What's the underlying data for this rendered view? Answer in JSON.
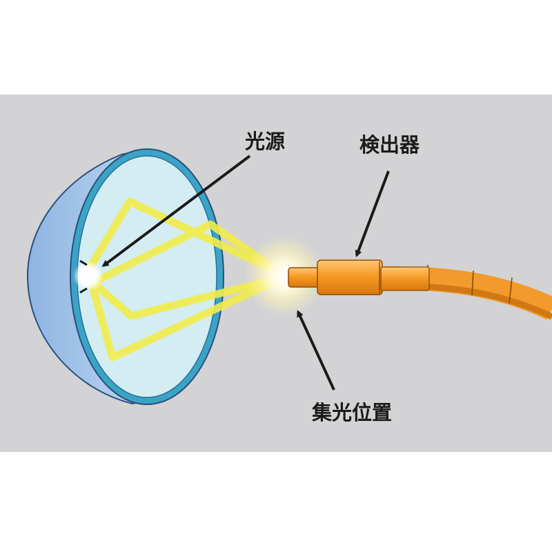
{
  "labels": {
    "light_source": "光源",
    "detector": "検出器",
    "focal_position": "集光位置"
  },
  "colors": {
    "background": "#d3d3d5",
    "reflector_outer": "#a8c8ea",
    "reflector_inner": "#d3edf3",
    "reflector_rim": "#3ba4c6",
    "light_beam": "#f2ec4a",
    "detector_body": "#f49a22",
    "arrow": "#1a1a1a"
  },
  "icons": {
    "reflector": "parabolic-reflector-icon",
    "detector": "optical-fiber-detector-icon"
  }
}
